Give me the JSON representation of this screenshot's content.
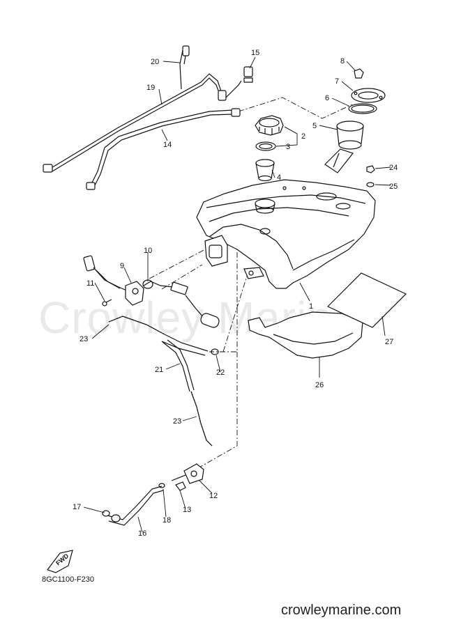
{
  "watermark": "Crowley Marine",
  "diagram_code": "8GC1100-F230",
  "site": "crowleymarine.com",
  "fwd_label": "FWD",
  "callouts": {
    "c1": "1",
    "c2": "2",
    "c3": "3",
    "c4": "4",
    "c5": "5",
    "c6": "6",
    "c7": "7",
    "c8": "8",
    "c9": "9",
    "c10": "10",
    "c11": "11",
    "c12": "12",
    "c13": "13",
    "c14": "14",
    "c15": "15",
    "c16": "16",
    "c17": "17",
    "c18": "18",
    "c19": "19",
    "c20": "20",
    "c21": "21",
    "c22": "22",
    "c23a": "23",
    "c23b": "23",
    "c24": "24",
    "c25": "25",
    "c26": "26",
    "c27": "27"
  }
}
